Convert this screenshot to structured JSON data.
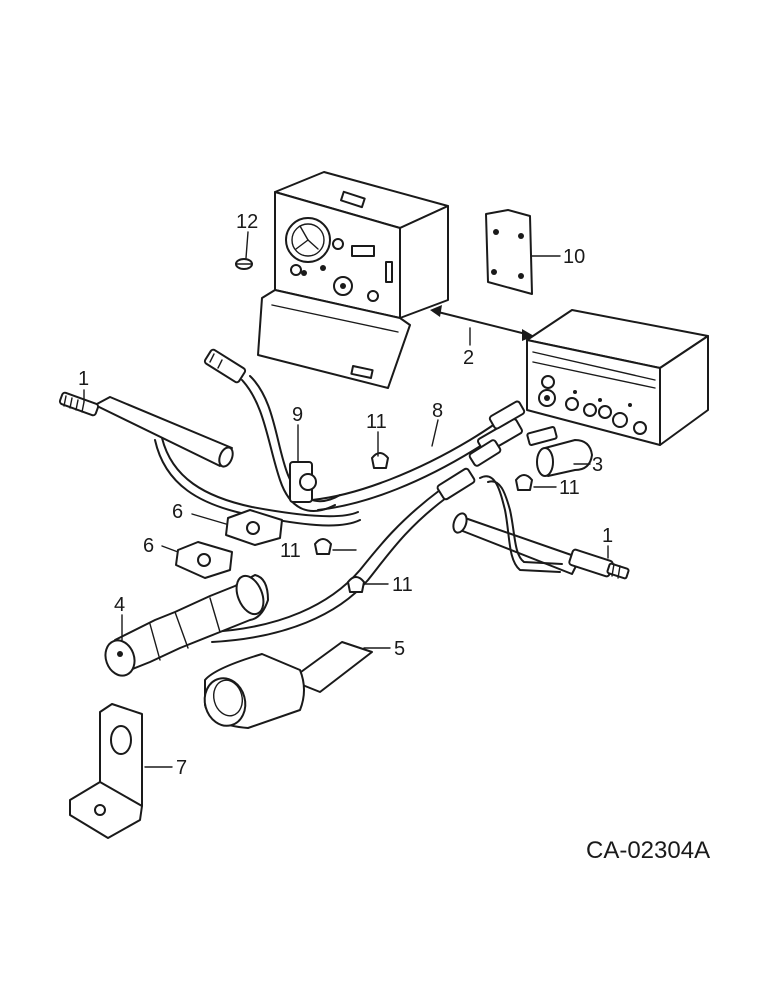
{
  "figure_code": "CA-02304A",
  "callouts": {
    "c1a": "1",
    "c1b": "1",
    "c2": "2",
    "c3": "3",
    "c4": "4",
    "c5": "5",
    "c6a": "6",
    "c6b": "6",
    "c7": "7",
    "c8": "8",
    "c9": "9",
    "c10": "10",
    "c11a": "11",
    "c11b": "11",
    "c11c": "11",
    "c11d": "11",
    "c12": "12"
  }
}
